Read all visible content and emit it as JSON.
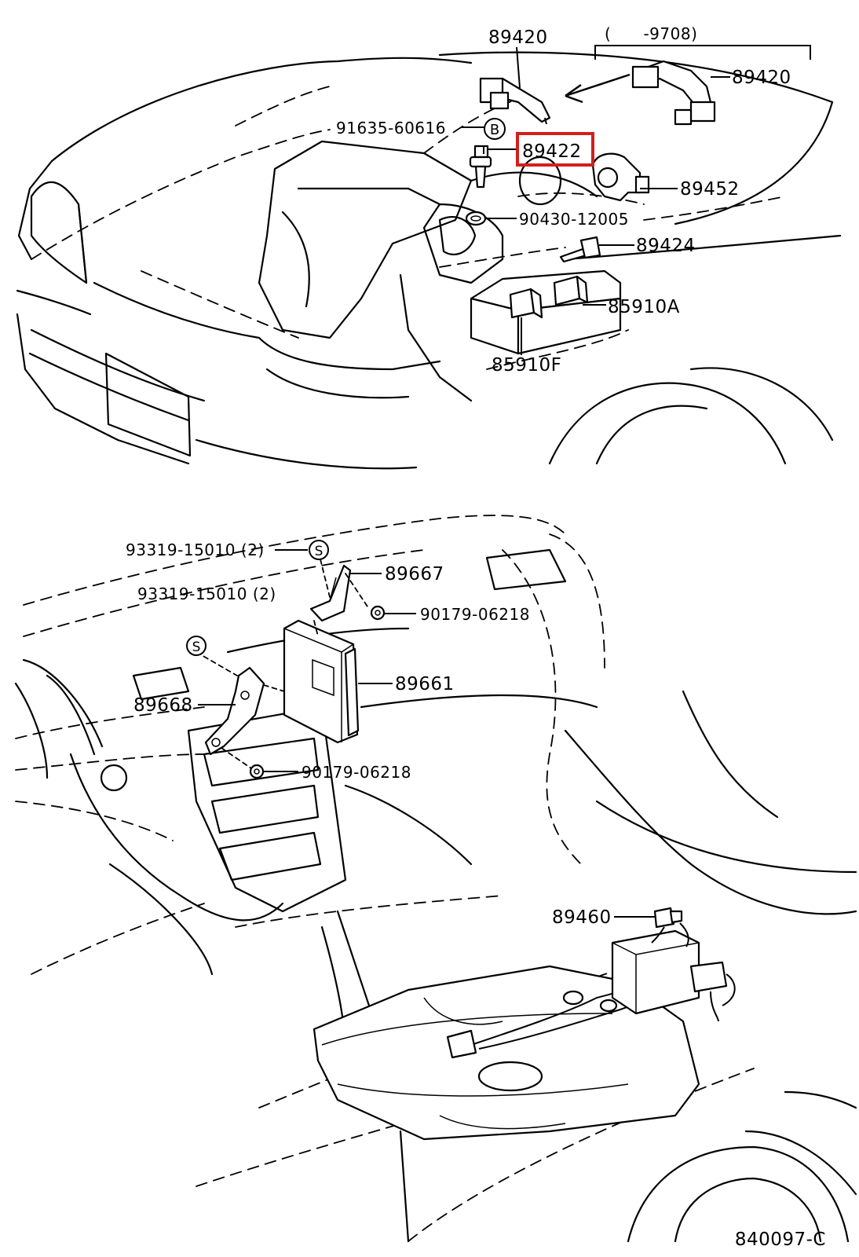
{
  "diagram": {
    "highlight_color": "#d21f1f",
    "top_section": {
      "variant_note": "(      -9708)",
      "labels": {
        "p89420_a": "89420",
        "p89420_b": "89420",
        "p91635": "91635-60616",
        "callout_b": "B",
        "p89422": "89422",
        "p89452": "89452",
        "p90430": "90430-12005",
        "p89424": "89424",
        "p85910a": "85910A",
        "p85910f": "85910F"
      }
    },
    "bottom_section": {
      "labels": {
        "p93319_a": "93319-15010 (2)",
        "p93319_b": "93319-15010 (2)",
        "callout_s_a": "S",
        "callout_s_b": "S",
        "p89667": "89667",
        "p90179_a": "90179-06218",
        "p89661": "89661",
        "p89668": "89668",
        "p90179_b": "90179-06218",
        "p89460": "89460"
      }
    },
    "figure_code": "840097-C"
  }
}
